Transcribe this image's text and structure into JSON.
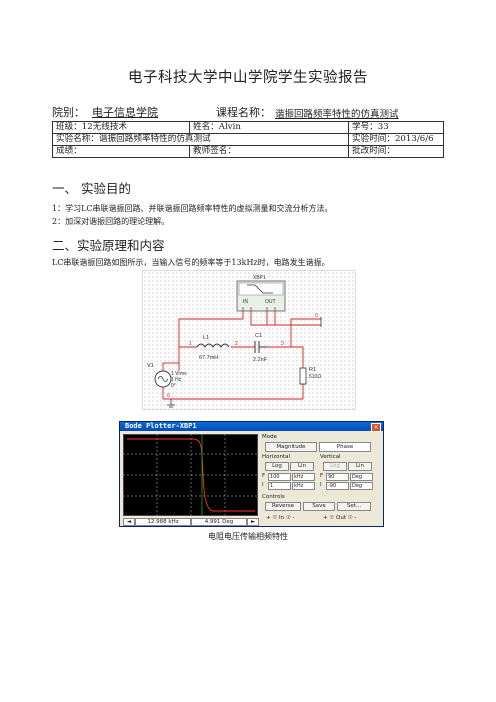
{
  "header": {
    "title": "电子科技大学中山学院学生实验报告",
    "dept_label": "院别：",
    "dept_value": "电子信息学院",
    "course_label": "课程名称：",
    "course_value": "谐振回路频率特性的仿真测试"
  },
  "info_table": {
    "class": "班级：12无线技术",
    "name": "姓名：Alvin",
    "student_id": "学号：33",
    "experiment": "实验名称：谐振回路频率特性的仿真测试",
    "date": "实验时间：2013/6/6",
    "score": "成绩：",
    "teacher": "教师签名：",
    "review_date": "批改时间："
  },
  "sections": {
    "s1_title": "一、  实验目的",
    "s1_p1": "1：学习LC串联谐振回路、并联谐振回路频率特性的虚拟测量和交流分析方法。",
    "s1_p2": "2：加深对谐振回路的理论理解。",
    "s2_title": "二、实验原理和内容",
    "s2_p1": "LC串联谐振回路如图所示，当输入信号的频率等于13kHz时，电路发生谐振。"
  },
  "circuit": {
    "xbp_label": "XBP1",
    "in_label": "IN",
    "out_label": "OUT",
    "l1_label": "L1",
    "l1_value": "67.7mH",
    "c1_label": "C1",
    "c1_value": "2.2nF",
    "v1_label": "V1",
    "v1_vrms": "1 Vrms",
    "v1_freq": "1 Hz",
    "v1_phase": "0°",
    "r1_label": "R1",
    "r1_value": "510Ω",
    "node1": "1",
    "node2": "2",
    "node3": "3",
    "node0a": "0",
    "node0b": "0"
  },
  "bode": {
    "title": "Bode Plotter-XBP1",
    "mode_label": "Mode",
    "magnitude_btn": "Magnitude",
    "phase_btn": "Phase",
    "horizontal_label": "Horizontal",
    "vertical_label": "Vertical",
    "h_log": "Log",
    "h_lin": "Lin",
    "v_log": "Log",
    "v_lin": "Lin",
    "h_f_label": "F",
    "h_i_label": "I",
    "h_f_value": "100",
    "h_f_unit": "kHz",
    "h_i_value": "1",
    "h_i_unit": "kHz",
    "v_f_label": "F",
    "v_i_label": "I",
    "v_f_value": "90",
    "v_f_unit": "Deg",
    "v_i_value": "-90",
    "v_i_unit": "Deg",
    "controls_label": "Controls",
    "reverse_btn": "Reverse",
    "save_btn": "Save",
    "set_btn": "Set...",
    "freq_readout": "12.988 kHz",
    "phase_readout": "4.991 Deg",
    "in_port": "+ ☉  In  ☉ -",
    "out_port": "+ ☉  Out  ☉ -"
  },
  "caption": "电阻电压传输相频特性",
  "colors": {
    "wire_red": "#cc2222",
    "plot_red": "#ff3030",
    "cursor_green": "#22c022",
    "grid_dash": "#ffffff"
  }
}
